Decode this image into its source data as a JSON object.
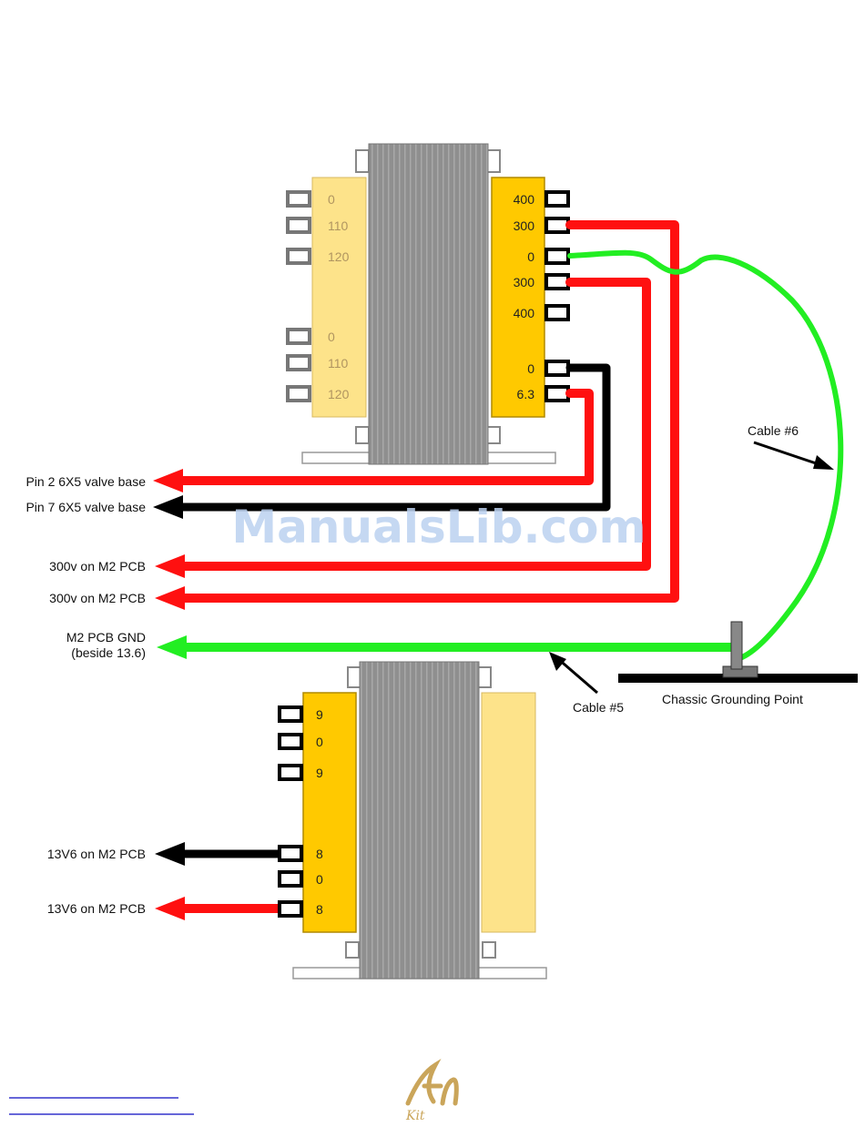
{
  "transformer_1": {
    "primary_pins": [
      "0",
      "110",
      "120",
      "0",
      "110",
      "120"
    ],
    "secondary_pins": [
      "400",
      "300",
      "0",
      "300",
      "400",
      "0",
      "6.3"
    ]
  },
  "transformer_2": {
    "pins": [
      "9",
      "0",
      "9",
      "8",
      "0",
      "8"
    ]
  },
  "labels": {
    "pin2": "Pin 2 6X5 valve base",
    "pin7": "Pin 7 6X5 valve base",
    "v300_a": "300v on M2 PCB",
    "v300_b": "300v on M2 PCB",
    "gnd_line1": "M2 PCB GND",
    "gnd_line2": "(beside 13.6)",
    "v13_a": "13V6 on M2 PCB",
    "v13_b": "13V6 on M2 PCB",
    "cable6": "Cable #6",
    "cable5": "Cable #5",
    "ground_point": "Chassic Grounding Point"
  },
  "watermark": "ManualsLib.com",
  "logo_text": "Kit",
  "colors": {
    "core": "#8f8f8f",
    "winding_dark": "#ffc900",
    "winding_light": "#fde38a",
    "wire_red": "#ff1010",
    "wire_green": "#22ee22",
    "wire_black": "#000000"
  }
}
